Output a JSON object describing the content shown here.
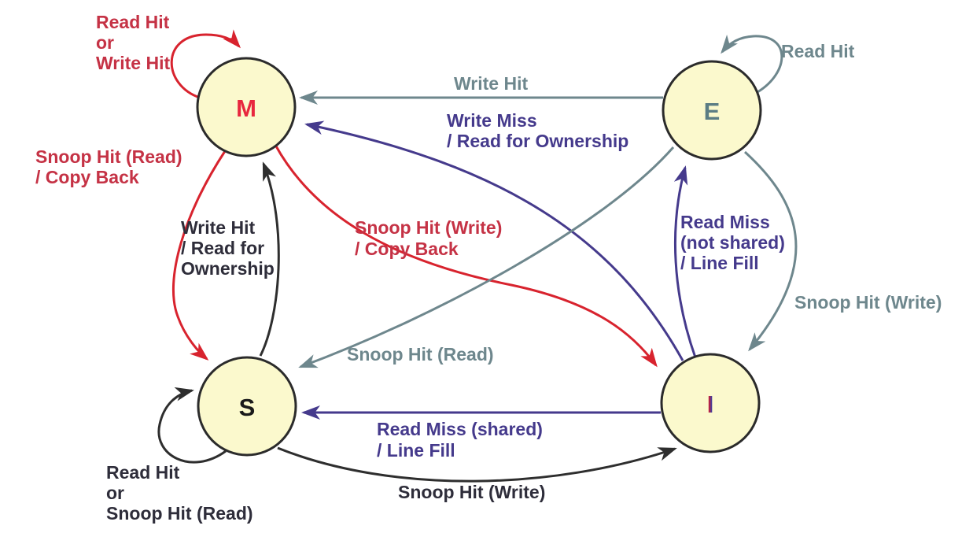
{
  "diagram_type": "state-diagram",
  "colors": {
    "state_fill": "#fbf9cd",
    "state_border": "#2b2b2b",
    "red": "#d8232e",
    "red_text": "#c53245",
    "gray": "#6e878d",
    "purple": "#453a8c",
    "black": "#2e2d3a",
    "m_letter": "#e8273e",
    "e_letter": "#5b7d84",
    "s_letter": "#1a1a1a",
    "i_letter_left": "#c22040",
    "i_letter_right": "#4a3a94"
  },
  "states": {
    "M": {
      "label": "M"
    },
    "E": {
      "label": "E"
    },
    "S": {
      "label": "S"
    },
    "I": {
      "label": "I"
    }
  },
  "transitions": {
    "m_self": {
      "from": "M",
      "to": "M",
      "color": "red",
      "lines": [
        "Read Hit",
        "or",
        "Write Hit"
      ]
    },
    "e_self": {
      "from": "E",
      "to": "E",
      "color": "gray",
      "lines": [
        "Read Hit"
      ]
    },
    "e_to_m": {
      "from": "E",
      "to": "M",
      "color": "gray",
      "lines": [
        "Write Hit"
      ]
    },
    "i_to_m": {
      "from": "I",
      "to": "M",
      "color": "purple",
      "lines": [
        "Write Miss",
        "/ Read for Ownership"
      ]
    },
    "m_to_s": {
      "from": "M",
      "to": "S",
      "color": "red",
      "lines": [
        "Snoop Hit (Read)",
        "/ Copy Back"
      ]
    },
    "s_to_m": {
      "from": "S",
      "to": "M",
      "color": "black",
      "lines": [
        "Write Hit",
        "/ Read for",
        "Ownership"
      ]
    },
    "m_to_i": {
      "from": "M",
      "to": "I",
      "color": "red",
      "lines": [
        "Snoop Hit (Write)",
        "/ Copy Back"
      ]
    },
    "i_to_e": {
      "from": "I",
      "to": "E",
      "color": "purple",
      "lines": [
        "Read Miss",
        "(not shared)",
        "/ Line Fill"
      ]
    },
    "e_to_i": {
      "from": "E",
      "to": "I",
      "color": "gray",
      "lines": [
        "Snoop Hit (Write)"
      ]
    },
    "e_to_s": {
      "from": "E",
      "to": "S",
      "color": "gray",
      "lines": [
        "Snoop Hit (Read)"
      ]
    },
    "i_to_s": {
      "from": "I",
      "to": "S",
      "color": "purple",
      "lines": [
        "Read Miss (shared)",
        "/ Line Fill"
      ]
    },
    "s_to_i": {
      "from": "S",
      "to": "I",
      "color": "black",
      "lines": [
        "Snoop Hit (Write)"
      ]
    },
    "s_self": {
      "from": "S",
      "to": "S",
      "color": "black",
      "lines": [
        "Read Hit",
        "or",
        "Snoop Hit (Read)"
      ]
    }
  }
}
